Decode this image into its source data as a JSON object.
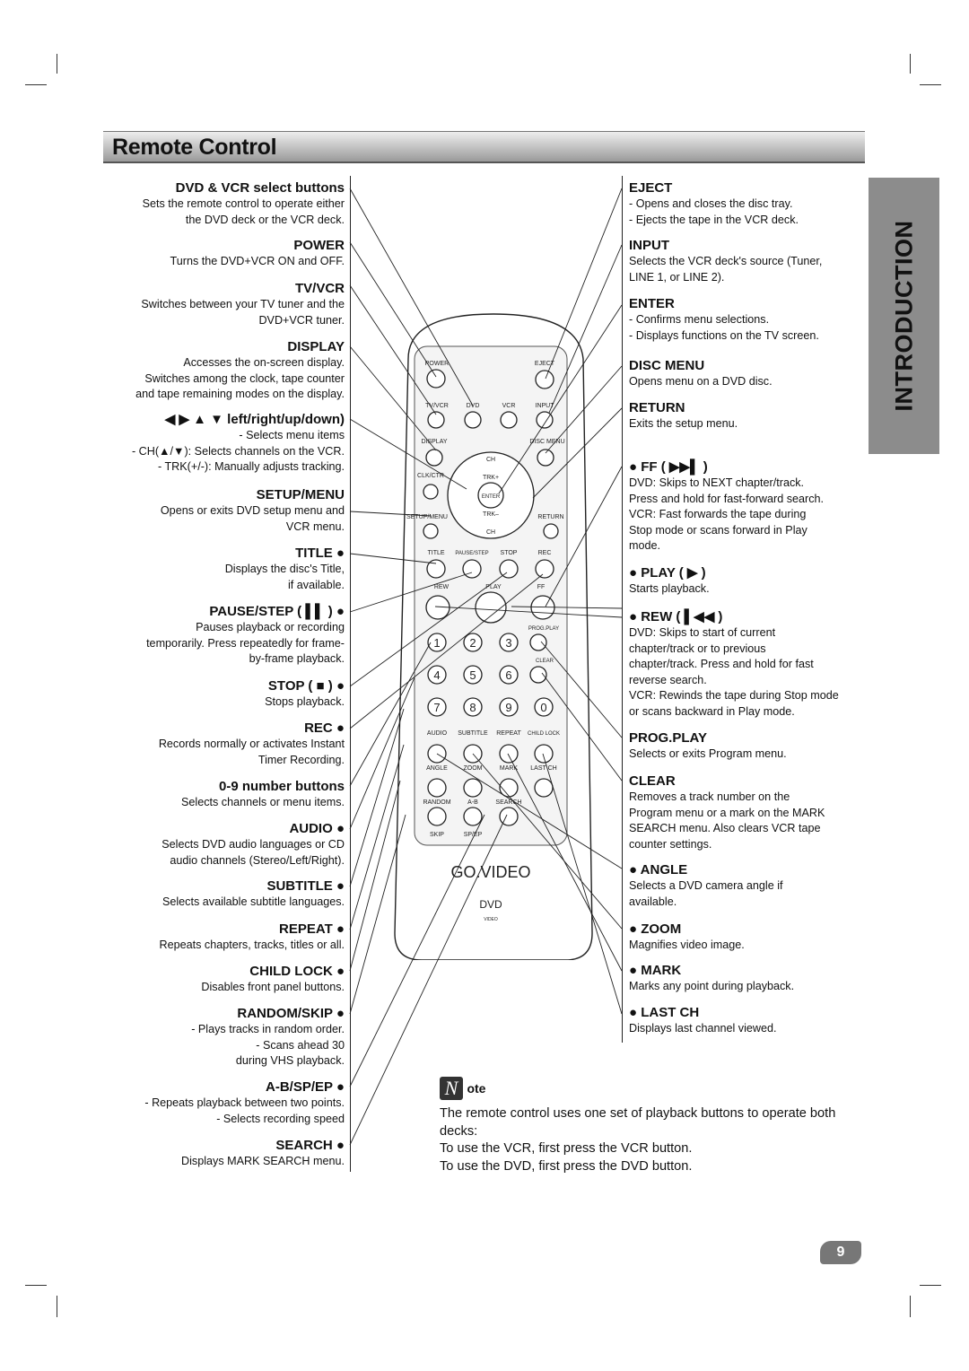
{
  "title": "Remote Control",
  "section_tab": "INTRODUCTION",
  "page_number": "9",
  "left": [
    {
      "h": "DVD & VCR select buttons",
      "t": [
        "Sets the remote control to operate either",
        "the DVD deck or the VCR deck."
      ]
    },
    {
      "h": "POWER",
      "t": [
        "Turns the DVD+VCR ON and OFF."
      ]
    },
    {
      "h": "TV/VCR",
      "t": [
        "Switches between your TV tuner and the",
        "DVD+VCR tuner."
      ]
    },
    {
      "h": "DISPLAY",
      "t": [
        "Accesses the on-screen display.",
        "Switches among the clock, tape counter",
        "and tape remaining modes on the display."
      ]
    },
    {
      "h": "◀ ▶ ▲ ▼ left/right/up/down)",
      "t": [
        "- Selects menu items",
        "- CH(▲/▼): Selects channels on the VCR.",
        "- TRK(+/-): Manually adjusts tracking."
      ]
    },
    {
      "h": "SETUP/MENU",
      "t": [
        "Opens or exits DVD setup menu and",
        "VCR menu."
      ]
    },
    {
      "h": "TITLE ●",
      "t": [
        "Displays the disc's Title,",
        "if available."
      ]
    },
    {
      "h": "PAUSE/STEP ( ▌▌ ) ●",
      "t": [
        "Pauses playback or recording",
        "temporarily. Press repeatedly for frame-",
        "by-frame playback."
      ]
    },
    {
      "h": "STOP ( ■ ) ●",
      "t": [
        "Stops playback."
      ]
    },
    {
      "h": "REC ●",
      "t": [
        "Records normally or activates Instant",
        "Timer Recording."
      ]
    },
    {
      "h": "0-9 number buttons",
      "t": [
        "Selects channels or menu items."
      ]
    },
    {
      "h": "AUDIO ●",
      "t": [
        "Selects DVD audio languages or CD",
        "audio channels (Stereo/Left/Right)."
      ]
    },
    {
      "h": "SUBTITLE ●",
      "t": [
        "Selects available subtitle languages."
      ]
    },
    {
      "h": "REPEAT ●",
      "t": [
        "Repeats chapters, tracks, titles or all."
      ]
    },
    {
      "h": "CHILD LOCK ●",
      "t": [
        "Disables front panel buttons."
      ]
    },
    {
      "h": "RANDOM/SKIP ●",
      "t": [
        "- Plays tracks in random order.",
        "- Scans ahead 30",
        "during VHS playback."
      ]
    },
    {
      "h": "A-B/SP/EP ●",
      "t": [
        "- Repeats playback between two points.",
        "- Selects recording speed"
      ]
    },
    {
      "h": "SEARCH ●",
      "t": [
        "Displays MARK SEARCH menu."
      ]
    }
  ],
  "right": [
    {
      "h": "EJECT",
      "t": [
        "- Opens and closes the disc tray.",
        "- Ejects the tape in the VCR deck."
      ]
    },
    {
      "h": "INPUT",
      "t": [
        "Selects the VCR deck's source (Tuner,",
        "LINE 1, or LINE 2)."
      ]
    },
    {
      "h": "ENTER",
      "t": [
        "- Confirms menu selections.",
        "- Displays functions on the TV screen."
      ]
    },
    {
      "h": "DISC MENU",
      "t": [
        "Opens menu on a DVD disc."
      ]
    },
    {
      "h": "RETURN",
      "t": [
        "Exits the setup menu."
      ]
    },
    {
      "h": "● FF ( ▶▶▌ )",
      "t": [
        "DVD: Skips to NEXT chapter/track.",
        "Press and hold for fast-forward search.",
        "VCR: Fast forwards the tape during",
        "Stop mode or scans forward in Play",
        "mode."
      ]
    },
    {
      "h": "● PLAY ( ▶ )",
      "t": [
        "Starts playback."
      ]
    },
    {
      "h": "● REW ( ▌◀◀ )",
      "t": [
        "DVD: Skips to start of current",
        "chapter/track or to previous",
        "chapter/track. Press and hold for fast",
        "reverse search.",
        "VCR: Rewinds the tape during Stop mode",
        "or scans backward in Play mode."
      ]
    },
    {
      "h": "PROG.PLAY",
      "t": [
        "Selects or exits Program menu."
      ]
    },
    {
      "h": "CLEAR",
      "t": [
        "Removes a track number on the",
        "Program menu or a mark on the MARK",
        "SEARCH menu. Also clears VCR tape",
        "counter settings."
      ]
    },
    {
      "h": "● ANGLE",
      "t": [
        "Selects a DVD camera angle if",
        "available."
      ]
    },
    {
      "h": "● ZOOM",
      "t": [
        "Magnifies video image."
      ]
    },
    {
      "h": "● MARK",
      "t": [
        "Marks any point during playback."
      ]
    },
    {
      "h": "● LAST CH",
      "t": [
        "Displays last channel viewed."
      ]
    }
  ],
  "note": {
    "icon": "N",
    "heading": "ote",
    "lines": [
      "The remote control uses one set of playback buttons to operate both decks:",
      "To use the VCR, first press the VCR button.",
      "To use the DVD, first press the DVD button."
    ]
  },
  "remote_labels": {
    "power": "POWER",
    "eject": "EJECT",
    "tvvcr": "TV/VCR",
    "dvd": "DVD",
    "vcr": "VCR",
    "input": "INPUT",
    "display": "DISPLAY",
    "discmenu": "DISC MENU",
    "ch": "CH",
    "trkp": "TRK+",
    "trkm": "TRK–",
    "clkctr": "CLK/CTR",
    "enter": "ENTER",
    "setup": "SETUP/MENU",
    "return": "RETURN",
    "title": "TITLE",
    "pausestep": "PAUSE/STEP",
    "stop": "STOP",
    "rec": "REC",
    "rew": "REW",
    "play": "PLAY",
    "ff": "FF",
    "progplay": "PROG.PLAY",
    "clear": "CLEAR",
    "audio": "AUDIO",
    "subtitle": "SUBTITLE",
    "repeat": "REPEAT",
    "childlock": "CHILD LOCK",
    "angle": "ANGLE",
    "zoom": "ZOOM",
    "mark": "MARK",
    "lastch": "LAST CH",
    "random": "RANDOM",
    "ab": "A-B",
    "search": "SEARCH",
    "skip": "SKIP",
    "spep": "SP/EP",
    "brand": "GO.VIDEO",
    "dvdlogo": "DVD",
    "videolabel": "VIDEO"
  }
}
